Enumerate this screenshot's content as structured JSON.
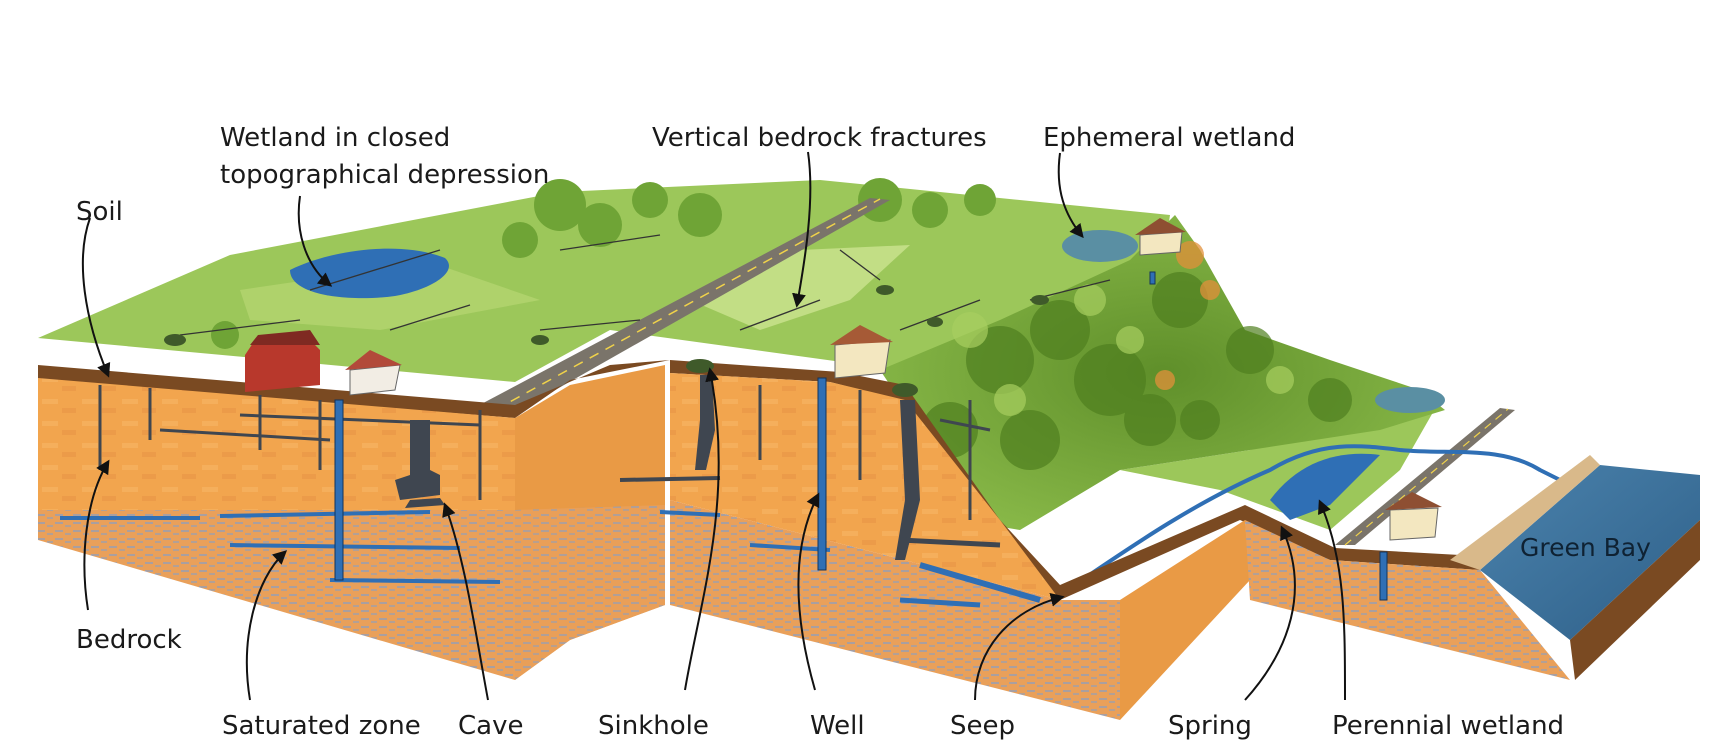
{
  "labels": {
    "soil": "Soil",
    "wetland_closed_line1": "Wetland in closed",
    "wetland_closed_line2": "topographical depression",
    "vertical_fractures": "Vertical bedrock fractures",
    "ephemeral_wetland": "Ephemeral wetland",
    "bedrock": "Bedrock",
    "saturated_zone": "Saturated zone",
    "cave": "Cave",
    "sinkhole": "Sinkhole",
    "well": "Well",
    "seep": "Seep",
    "spring": "Spring",
    "perennial_wetland": "Perennial wetland",
    "green_bay": "Green Bay"
  },
  "colors": {
    "grass": "#9cc75a",
    "grass_light": "#b9d87a",
    "forest": "#6e9e34",
    "soil": "#7a4a22",
    "bedrock": "#f2a54e",
    "bedrock_dark": "#d9893a",
    "saturated": "#e9a05a",
    "water": "#2f6fb5",
    "bay": "#3a6f99",
    "cave": "#3f4650",
    "road": "#7a746a"
  },
  "icons": {
    "house": "house-icon",
    "barn": "barn-icon",
    "well": "well-icon",
    "tree": "tree-icon"
  }
}
